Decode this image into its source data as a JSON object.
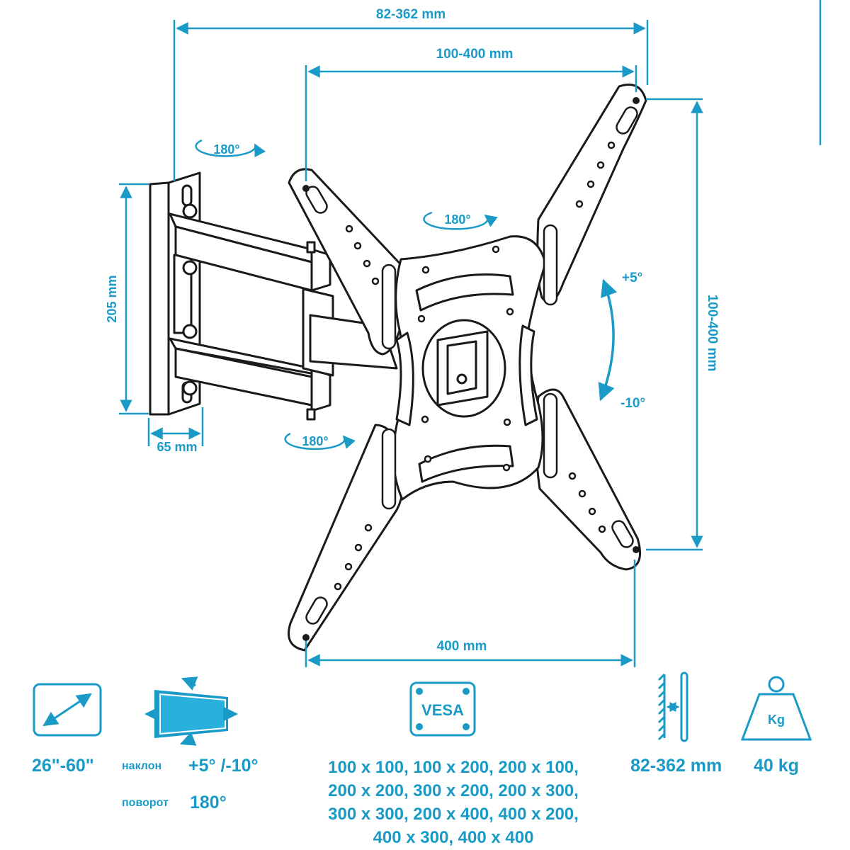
{
  "dimensions": {
    "overall_width": "82-362 mm",
    "vesa_width": "100-400 mm",
    "vesa_height": "100-400 mm",
    "wall_plate_height": "205 mm",
    "wall_plate_depth": "65 mm",
    "bottom_width": "400 mm"
  },
  "rotation": {
    "top_swivel": "180°",
    "mid_swivel": "180°",
    "bottom_swivel": "180°",
    "tilt_up": "+5°",
    "tilt_down": "-10°"
  },
  "specs": {
    "screen_size": "26\"-60\"",
    "tilt_label": "наклон",
    "tilt_value": "+5° /-10°",
    "swivel_label": "поворот",
    "swivel_value": "180°",
    "vesa_icon_text": "VESA",
    "vesa_lines": [
      "100 x 100, 100 x 200, 200 x 100,",
      "200 x 200, 300 x 200, 200 x 300,",
      "300 x 300, 200 x 400, 400 x 200,",
      "400 x 300, 400 x 400"
    ],
    "wall_distance": "82-362 mm",
    "weight_icon_text": "Kg",
    "max_load": "40 kg"
  },
  "colors": {
    "accent": "#1a9ac6",
    "line": "#1a1a1a"
  }
}
